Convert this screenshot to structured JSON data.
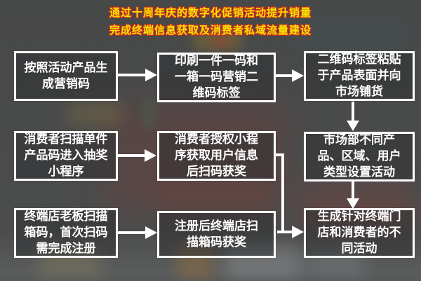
{
  "title": {
    "line1": "通过十周年庆的数字化促销活动提升销量",
    "line2": "完成终端信息获取及消费者私域流量建设"
  },
  "boxes": [
    {
      "text": "按照活动产品生成营销码"
    },
    {
      "text": "印刷一件一码和一箱一码营销二维码标签"
    },
    {
      "text": "二维码标签粘贴于产品表面并向市场铺货"
    },
    {
      "text": "消费者扫描单件产品码进入抽奖小程序"
    },
    {
      "text": "消费者授权小程序获取用户信息后扫码获奖"
    },
    {
      "text": "市场部不同产品、区域、用户类型设置活动"
    },
    {
      "text": "终端店老板扫描箱码，首次扫码需完成注册"
    },
    {
      "text": "注册后终端店扫描箱码获奖"
    },
    {
      "text": "生成针对终端门店和消费者的不同活动"
    }
  ],
  "colors": {
    "title_fill": "#efe600",
    "title_outline": "#d5281e",
    "box_border": "#ffffff",
    "box_text": "#ffffff",
    "arrow": "#ffffff",
    "background": "#4a4a4a"
  }
}
